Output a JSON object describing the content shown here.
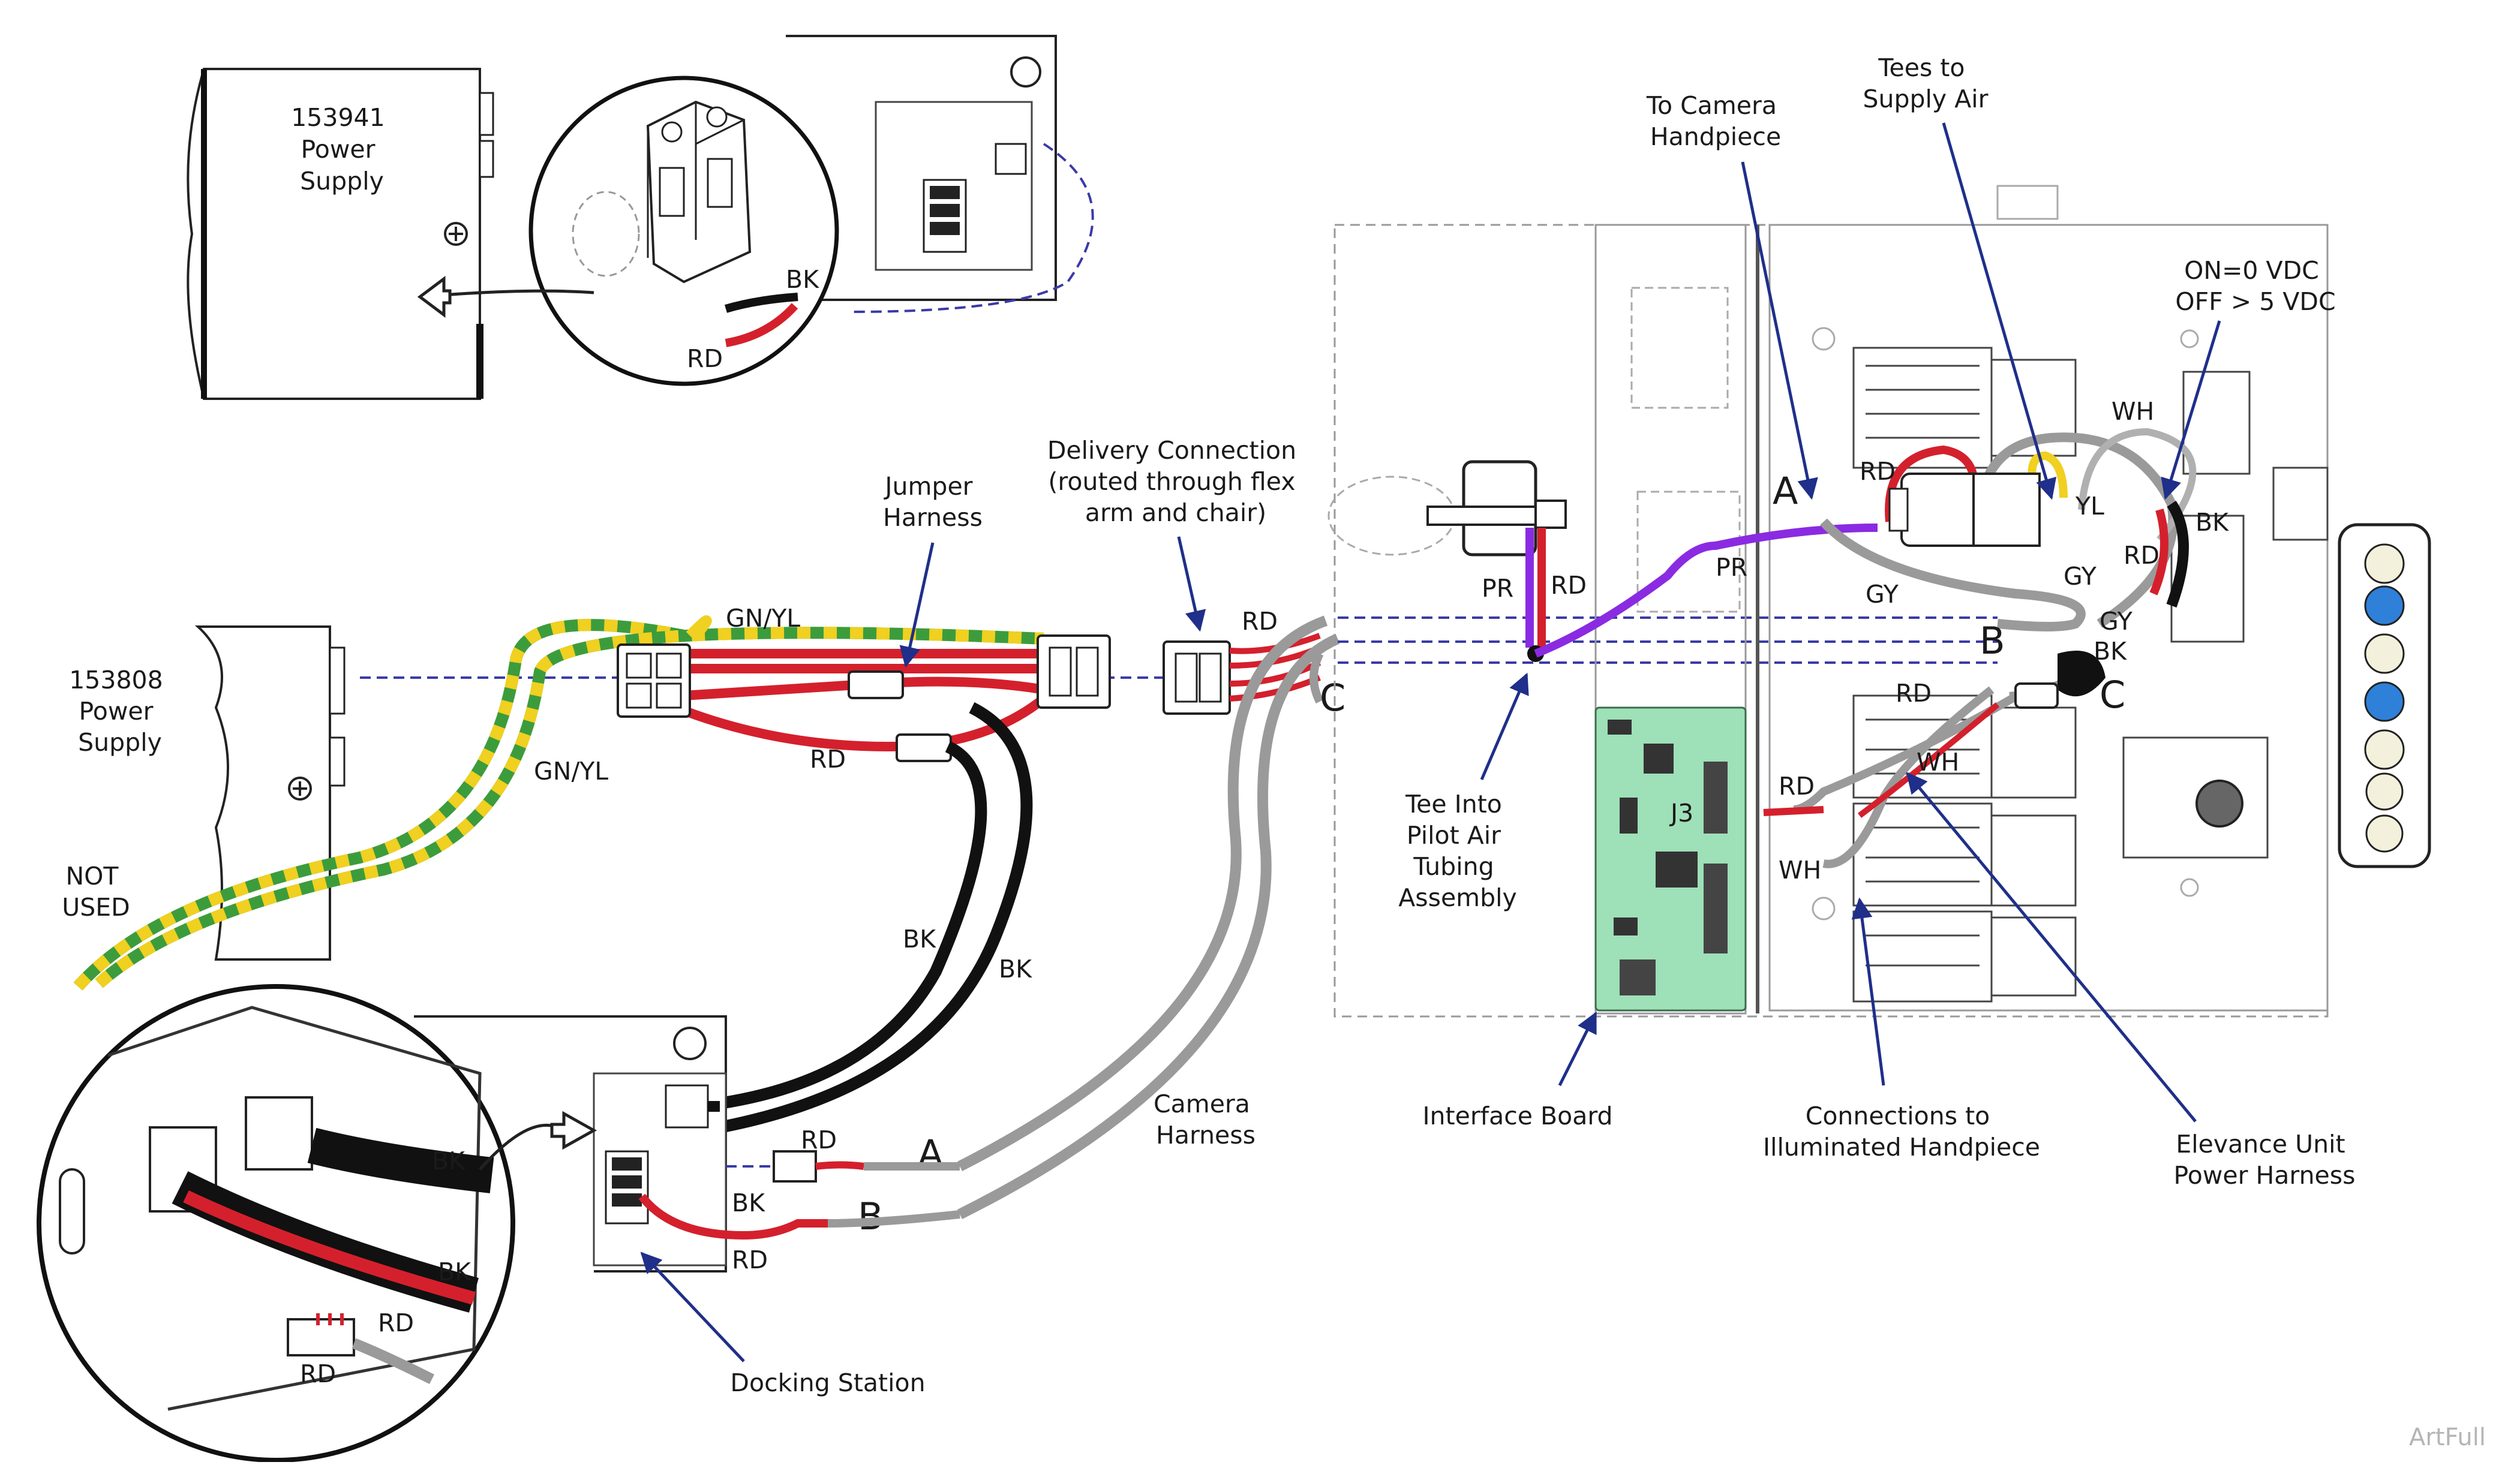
{
  "labels": {
    "ps_top": [
      "153941",
      "Power",
      "Supply"
    ],
    "ps_left": [
      "153808",
      "Power",
      "Supply"
    ],
    "not_used": [
      "NOT",
      "USED"
    ],
    "jumper": [
      "Jumper",
      "Harness"
    ],
    "delivery": [
      "Delivery Connection",
      "(routed through flex",
      "arm and chair)"
    ],
    "camera_handpiece": [
      "To Camera",
      "Handpiece"
    ],
    "tees": [
      "Tees to",
      "Supply Air"
    ],
    "voltage": [
      "ON=0 VDC",
      "OFF > 5 VDC"
    ],
    "tee_pilot": [
      "Tee Into",
      "Pilot Air",
      "Tubing",
      "Assembly"
    ],
    "interface_board": "Interface Board",
    "illuminated": [
      "Connections to",
      "Illuminated Handpiece"
    ],
    "elevance": [
      "Elevance Unit",
      "Power Harness"
    ],
    "camera_harness": [
      "Camera",
      "Harness"
    ],
    "docking": "Docking Station",
    "watermark": "ArtFull"
  },
  "wire_codes": {
    "bk": "BK",
    "rd": "RD",
    "gnyl": "GN/YL",
    "pr": "PR",
    "gy": "GY",
    "wh": "WH",
    "yl": "YL",
    "j3": "J3"
  },
  "connection_letters": {
    "a": "A",
    "b": "B",
    "c": "C"
  },
  "colors": {
    "red": "#d4202c",
    "black": "#111111",
    "green": "#3c9c3c",
    "yellow": "#f0d020",
    "purple": "#8a2be2",
    "gray": "#9a9a9a",
    "board": "#9ee0b8",
    "arrow": "#1f2f8a",
    "dashed": "#3a3aa8",
    "blue_button": "#2f80d8"
  }
}
